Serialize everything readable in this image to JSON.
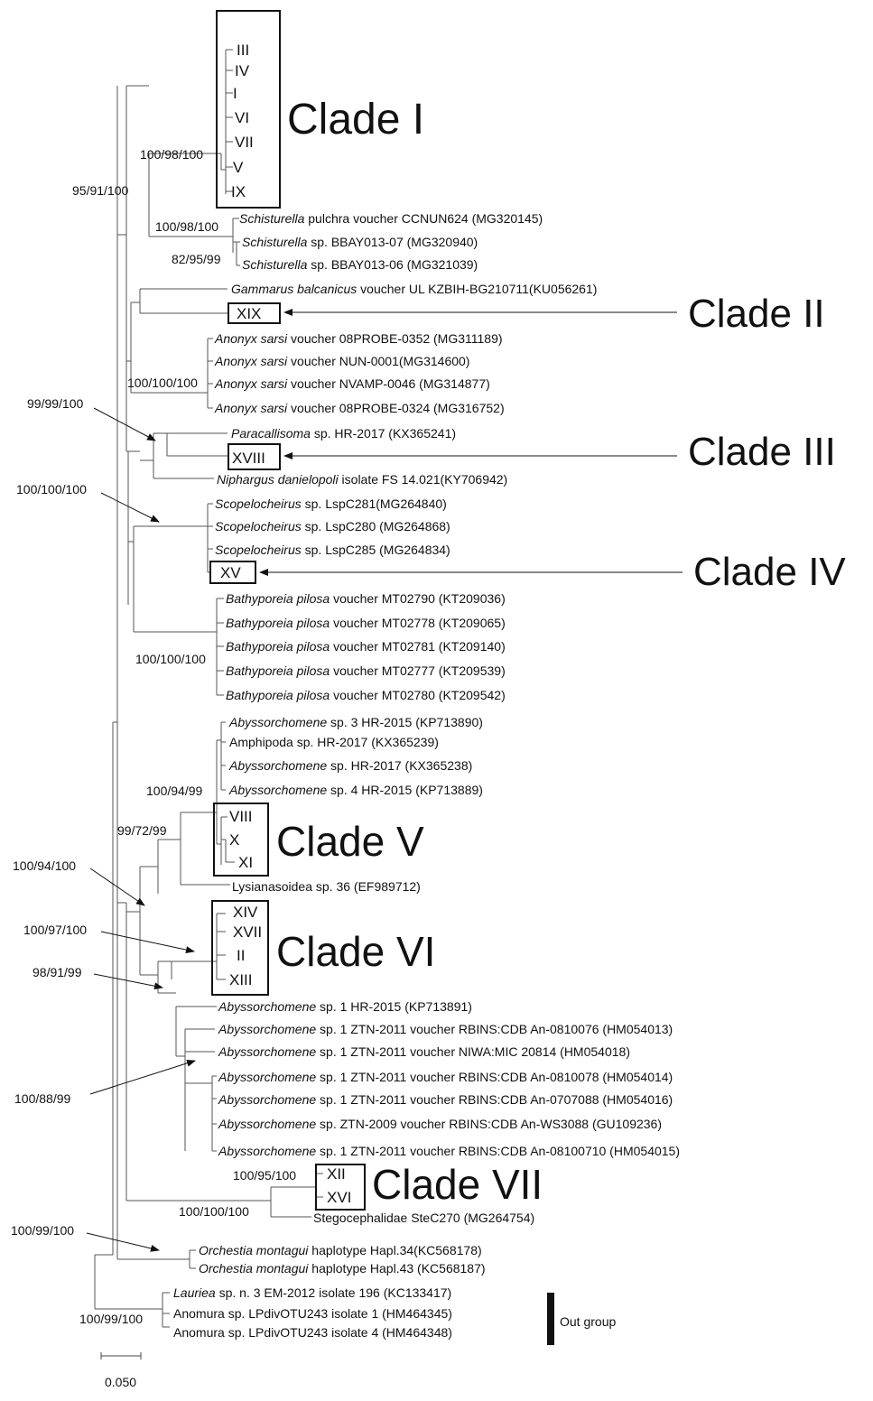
{
  "taxa": [
    {
      "genus": "Schisturella",
      "rest": " pulchra voucher CCNUN624 (MG320145)",
      "italic_rest": " pulchra"
    },
    {
      "genus": "Schisturella",
      "rest": " sp. BBAY013-07 (MG320940)"
    },
    {
      "genus": "Schisturella",
      "rest": " sp. BBAY013-06 (MG321039)"
    },
    {
      "genus": "Gammarus balcanicus",
      "rest": " voucher UL KZBIH-BG210711(KU056261)"
    },
    {
      "genus": "Anonyx sarsi",
      "rest": " voucher 08PROBE-0352 (MG311189)"
    },
    {
      "genus": "Anonyx sarsi",
      "rest": " voucher NUN-0001(MG314600)"
    },
    {
      "genus": "Anonyx sarsi",
      "rest": " voucher NVAMP-0046 (MG314877)"
    },
    {
      "genus": "Anonyx sarsi",
      "rest": " voucher 08PROBE-0324 (MG316752)"
    },
    {
      "genus": "Paracallisoma",
      "rest": " sp. HR-2017 (KX365241)"
    },
    {
      "genus": "Niphargus danielopoli",
      "rest": " isolate FS 14.021(KY706942)"
    },
    {
      "genus": "Scopelocheirus",
      "rest": " sp. LspC281(MG264840)"
    },
    {
      "genus": "Scopelocheirus",
      "rest": " sp. LspC280 (MG264868)"
    },
    {
      "genus": "Scopelocheirus",
      "rest": " sp. LspC285 (MG264834)"
    },
    {
      "genus": "Bathyporeia pilosa",
      "rest": " voucher MT02790 (KT209036)"
    },
    {
      "genus": "Bathyporeia pilosa",
      "rest": " voucher MT02778 (KT209065)"
    },
    {
      "genus": "Bathyporeia pilosa",
      "rest": " voucher MT02781 (KT209140)"
    },
    {
      "genus": "Bathyporeia pilosa",
      "rest": " voucher MT02777 (KT209539)"
    },
    {
      "genus": "Bathyporeia pilosa",
      "rest": " voucher MT02780 (KT209542)"
    },
    {
      "genus": "Abyssorchomene",
      "rest": " sp. 3 HR-2015 (KP713890)"
    },
    {
      "genus": "",
      "rest": "Amphipoda sp. HR-2017 (KX365239)"
    },
    {
      "genus": "Abyssorchomene",
      "rest": " sp. HR-2017 (KX365238)"
    },
    {
      "genus": "Abyssorchomene",
      "rest": " sp. 4 HR-2015 (KP713889)"
    },
    {
      "genus": "",
      "rest": "Lysianasoidea sp. 36 (EF989712)"
    },
    {
      "genus": "Abyssorchomene",
      "rest": " sp. 1 HR-2015 (KP713891)"
    },
    {
      "genus": "Abyssorchomene",
      "rest": " sp. 1 ZTN-2011 voucher RBINS:CDB An-0810076 (HM054013)"
    },
    {
      "genus": "Abyssorchomene",
      "rest": " sp. 1 ZTN-2011 voucher NIWA:MIC 20814 (HM054018)"
    },
    {
      "genus": "Abyssorchomene",
      "rest": " sp. 1 ZTN-2011 voucher RBINS:CDB An-0810078 (HM054014)"
    },
    {
      "genus": "Abyssorchomene",
      "rest": " sp. 1 ZTN-2011 voucher RBINS:CDB An-0707088 (HM054016)"
    },
    {
      "genus": "Abyssorchomene",
      "rest": " sp. ZTN-2009 voucher RBINS:CDB An-WS3088 (GU109236)"
    },
    {
      "genus": "Abyssorchomene",
      "rest": " sp. 1 ZTN-2011 voucher RBINS:CDB An-08100710 (HM054015)"
    },
    {
      "genus": "",
      "rest": "Stegocephalidae SteC270 (MG264754)"
    },
    {
      "genus": "Orchestia montagui",
      "rest": " haplotype Hapl.34(KC568178)"
    },
    {
      "genus": "Orchestia montagui",
      "rest": " haplotype Hapl.43 (KC568187)"
    },
    {
      "genus": "Lauriea",
      "rest": " sp. n. 3 EM-2012 isolate 196 (KC133417)"
    },
    {
      "genus": "",
      "rest": "Anomura sp. LPdivOTU243 isolate 1 (HM464345)"
    },
    {
      "genus": "",
      "rest": "Anomura sp. LPdivOTU243 isolate 4 (HM464348)"
    }
  ],
  "haplotypes": {
    "clade_I": [
      "III",
      "IV",
      "I",
      "VI",
      "VII",
      "V",
      "IX"
    ],
    "clade_II": [
      "XIX"
    ],
    "clade_III": [
      "XVIII"
    ],
    "clade_IV": [
      "XV"
    ],
    "clade_V": [
      "VIII",
      "X",
      "XI"
    ],
    "clade_VI": [
      "XIV",
      "XVII",
      "II",
      "XIII"
    ],
    "clade_VII": [
      "XII",
      "XVI"
    ]
  },
  "clade_labels": [
    "Clade I",
    "Clade II",
    "Clade III",
    "Clade IV",
    "Clade V",
    "Clade VI",
    "Clade VII"
  ],
  "support_values": [
    "100/98/100",
    "95/91/100",
    "100/98/100",
    "82/95/99",
    "100/100/100",
    "99/99/100",
    "100/100/100",
    "100/100/100",
    "100/94/99",
    "99/72/99",
    "100/94/100",
    "100/97/100",
    "98/91/99",
    "100/88/99",
    "100/95/100",
    "100/100/100",
    "100/99/100",
    "100/99/100"
  ],
  "outgroup_label": "Out group",
  "scale_label": "0.050"
}
